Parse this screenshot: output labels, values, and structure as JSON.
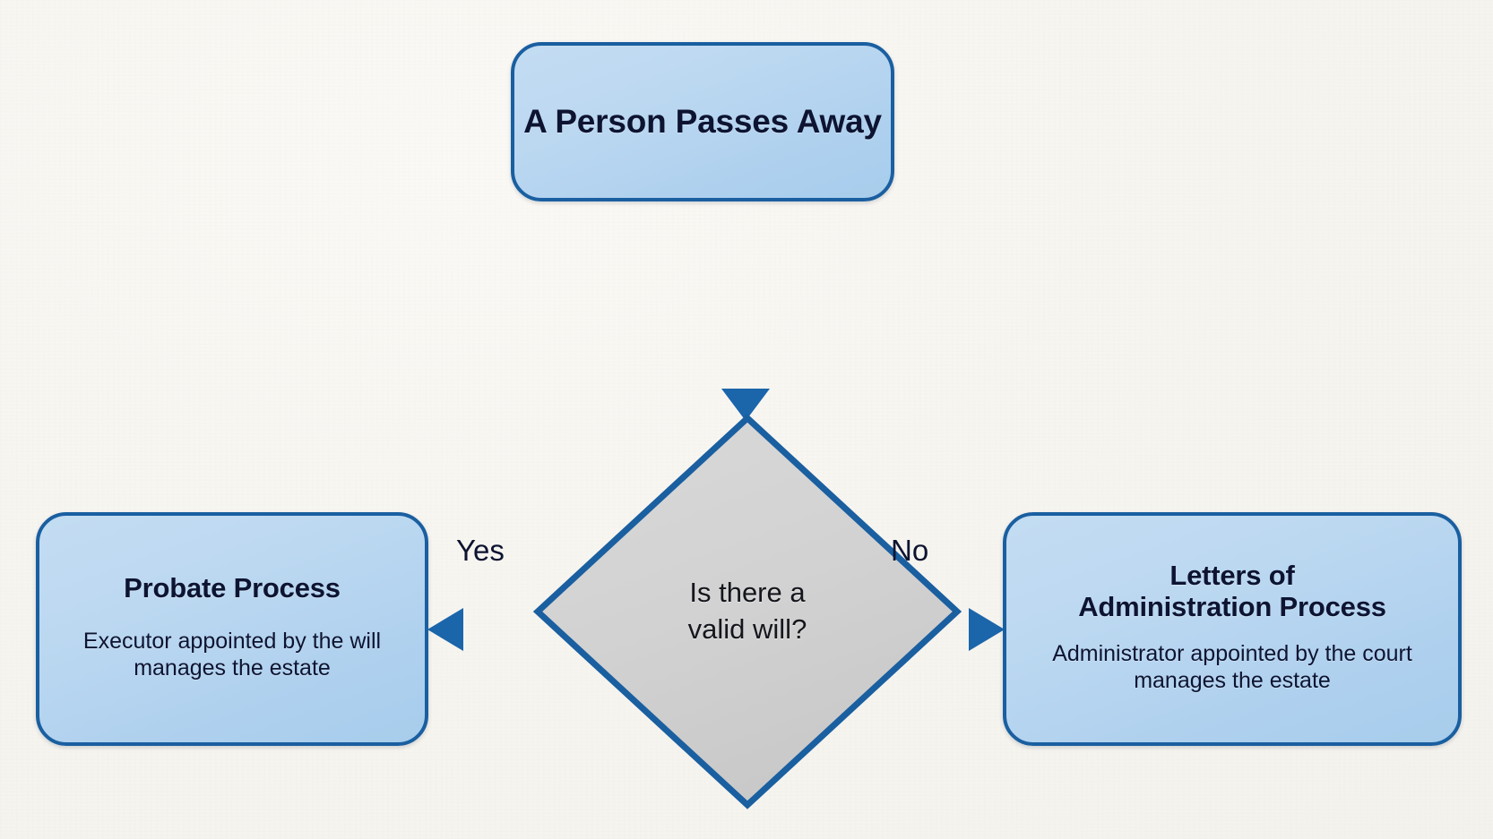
{
  "diagram": {
    "title": "Probate vs Letters of Administration decision flowchart",
    "background_color": "#f7f5f0",
    "accent_color": "#1a5fa0",
    "node_fill_color": "#b9d6f0",
    "decision_fill_color": "#d2d2d2",
    "text_color": "#0d1431"
  },
  "nodes": {
    "start": {
      "id": "start",
      "shape": "rounded-rectangle",
      "title": "A Person Passes Away"
    },
    "decision": {
      "id": "decision",
      "shape": "diamond",
      "line1": "Is there a",
      "line2": "valid will?"
    },
    "probate": {
      "id": "probate",
      "shape": "rounded-rectangle",
      "title": "Probate Process",
      "subtitle": "Executor appointed by the will manages the estate"
    },
    "letters": {
      "id": "letters",
      "shape": "rounded-rectangle",
      "line1": "Letters of",
      "line2": "Administration Process",
      "subtitle": "Administrator appointed by the court manages the estate"
    }
  },
  "edges": [
    {
      "id": "start-to-decision",
      "from": "start",
      "to": "decision",
      "label": ""
    },
    {
      "id": "decision-to-probate",
      "from": "decision",
      "to": "probate",
      "label": "Yes"
    },
    {
      "id": "decision-to-letters",
      "from": "decision",
      "to": "letters",
      "label": "No"
    }
  ],
  "edge_labels": {
    "yes": "Yes",
    "no": "No"
  }
}
